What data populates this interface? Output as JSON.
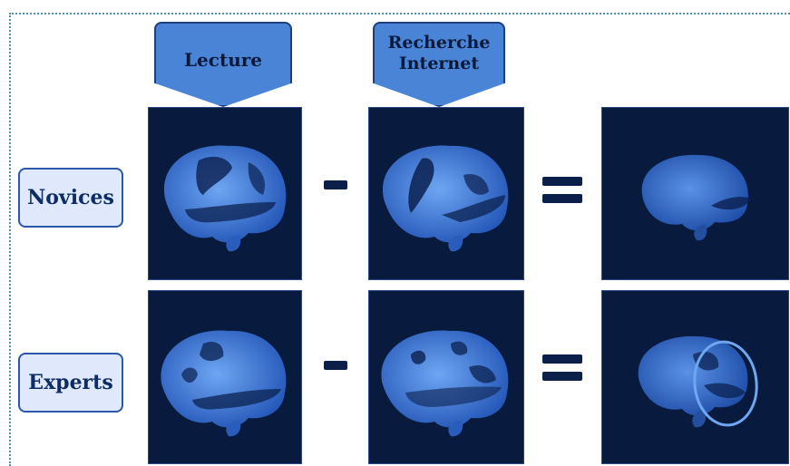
{
  "columns": {
    "lecture": "Lecture",
    "recherche": "Recherche\nInternet"
  },
  "rows": {
    "novices": "Novices",
    "experts": "Experts"
  },
  "colors": {
    "tab_fill": "#4a84d6",
    "panel_bg": "#081a3d",
    "brain": "#3f7ee0",
    "label_fill": "#dfe9fb"
  },
  "icons": [
    "brain-scan",
    "minus-sign",
    "equals-sign"
  ]
}
